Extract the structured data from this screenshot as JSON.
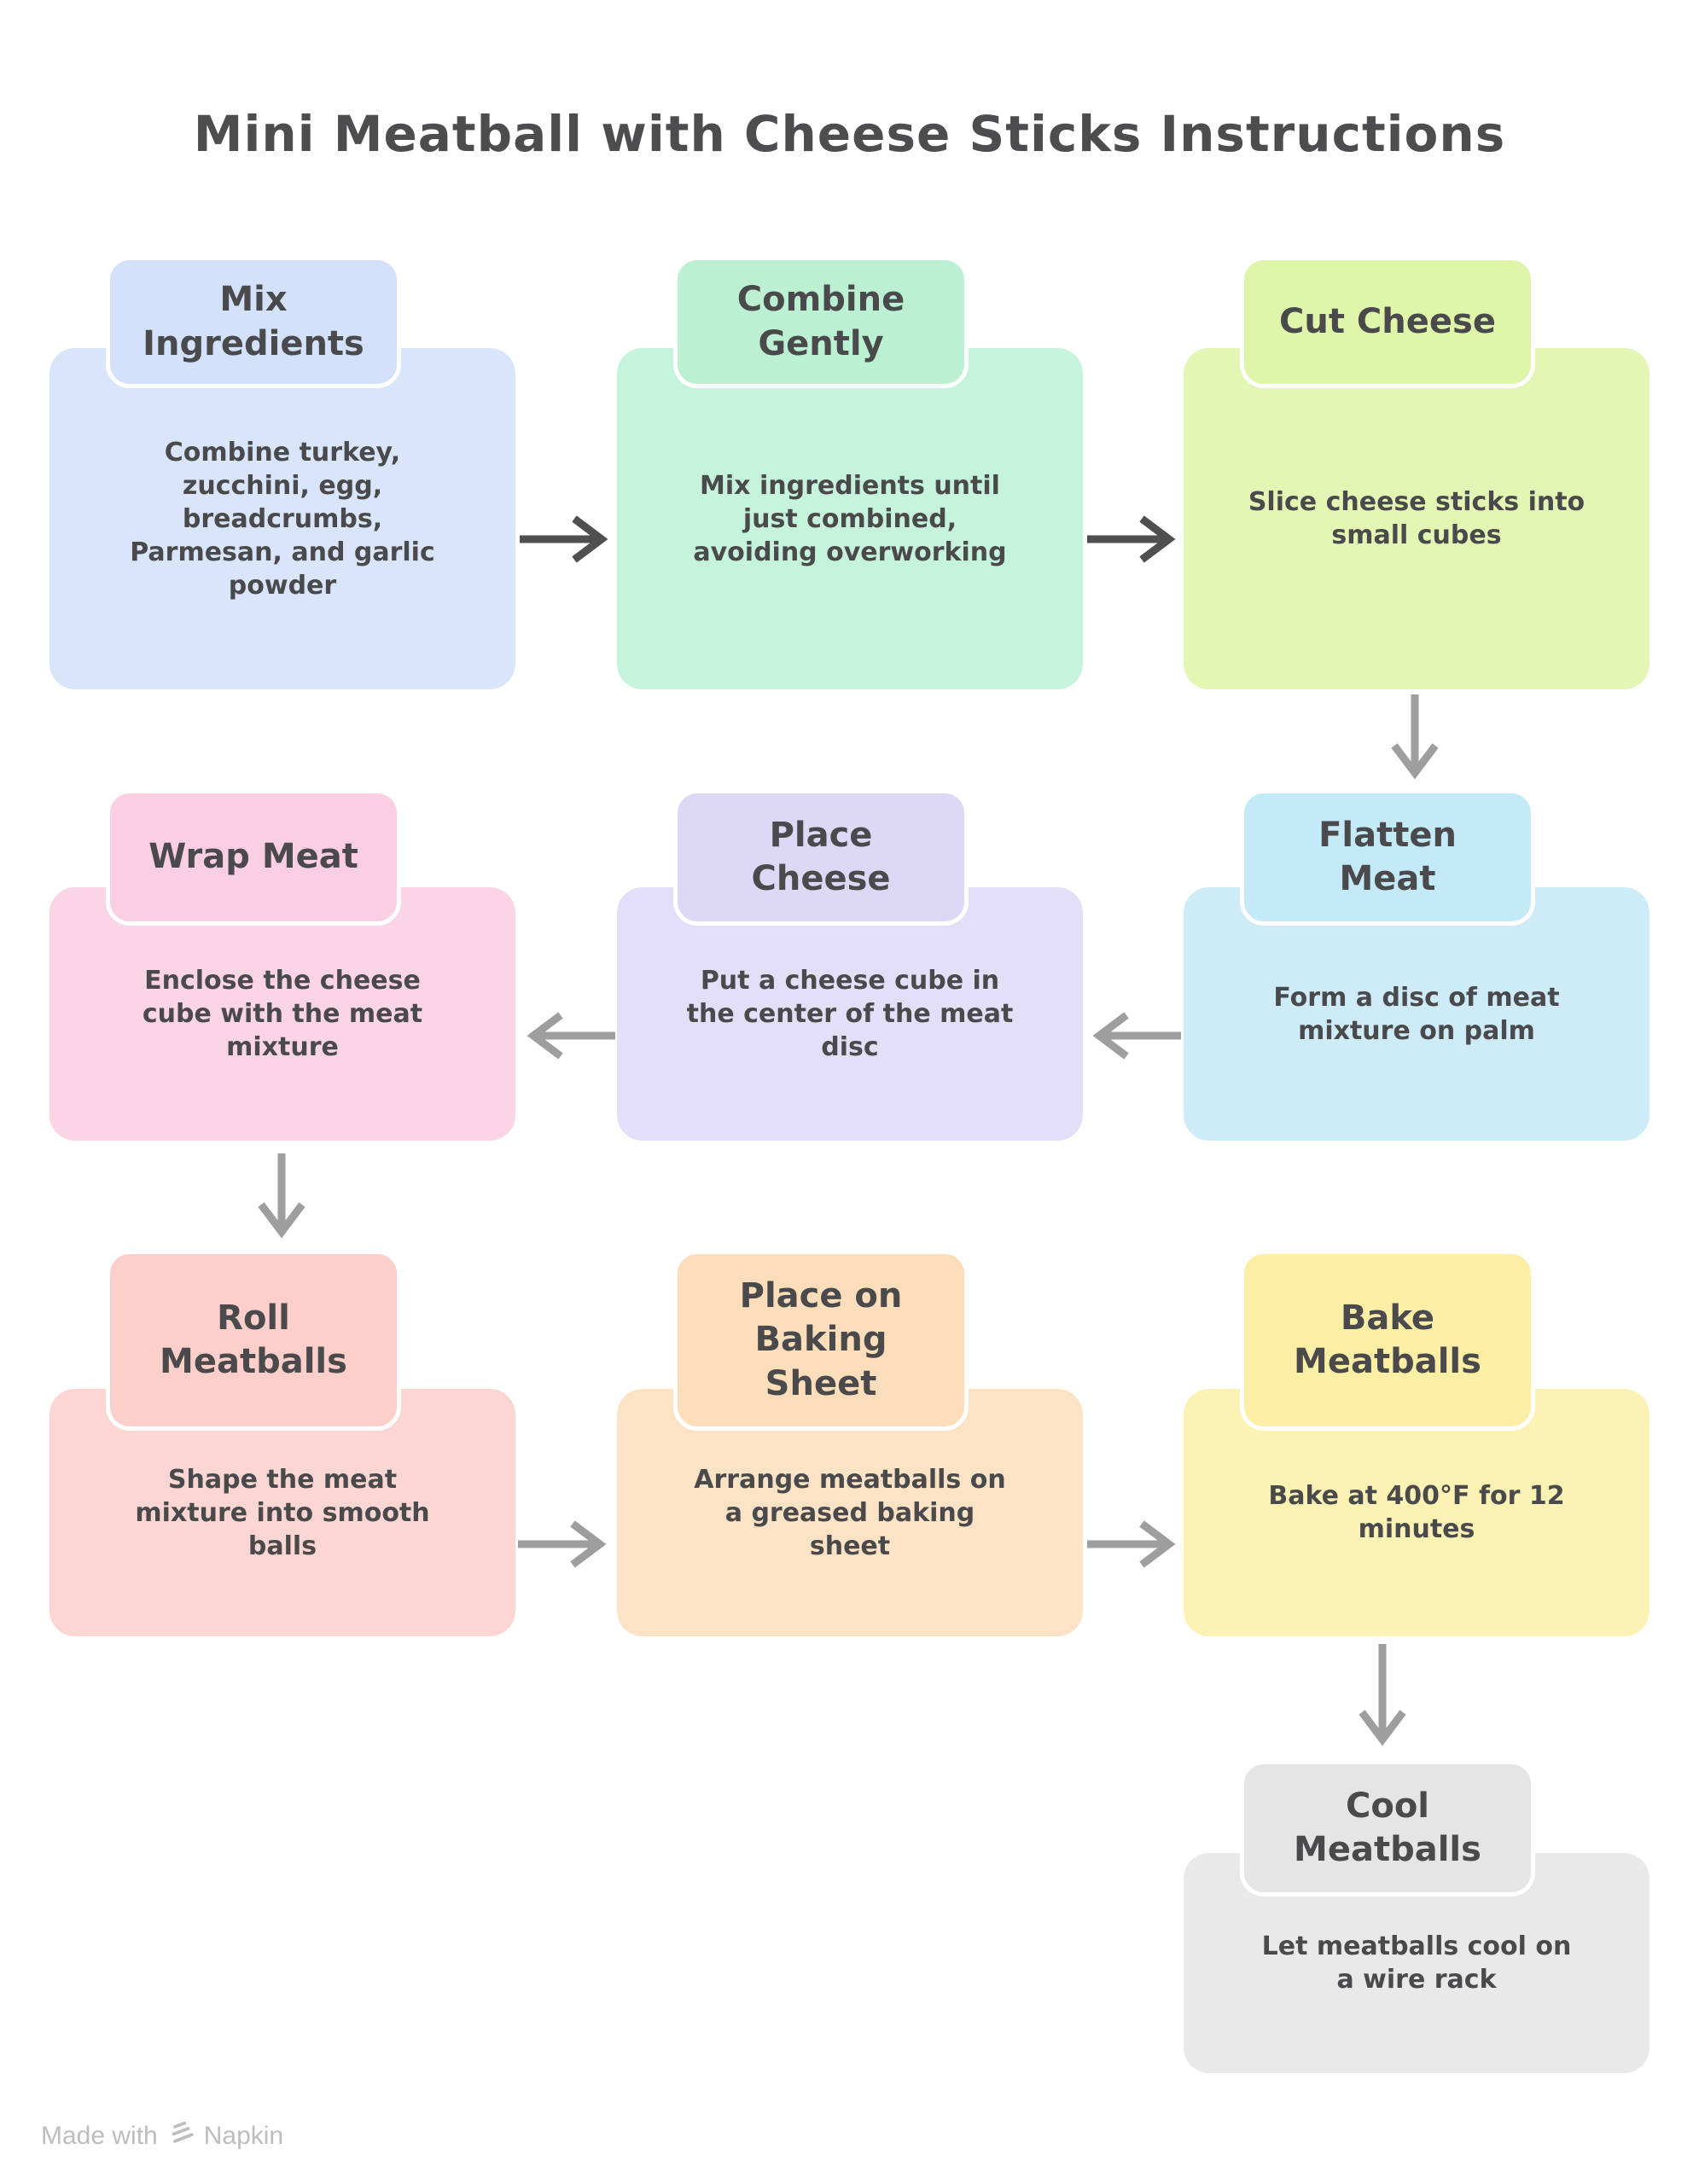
{
  "title": "Mini Meatball with Cheese Sticks Instructions",
  "steps": [
    {
      "name": "mix-ingredients",
      "tab": "Mix\nIngredients",
      "body": "Combine turkey,\nzucchini, egg,\nbreadcrumbs,\nParmesan, and garlic\npowder",
      "tab_color": "#d3e1fa",
      "color": "#d9e5fb"
    },
    {
      "name": "combine-gently",
      "tab": "Combine\nGently",
      "body": "Mix ingredients until\njust combined,\navoiding overworking",
      "tab_color": "#bbf0d3",
      "color": "#c6f3db"
    },
    {
      "name": "cut-cheese",
      "tab": "Cut Cheese",
      "body": "Slice cheese sticks into\nsmall cubes",
      "tab_color": "#dff5a9",
      "color": "#e4f6b4"
    },
    {
      "name": "wrap-meat",
      "tab": "Wrap Meat",
      "body": "Enclose the cheese\ncube with the meat\nmixture",
      "tab_color": "#facfe3",
      "color": "#fbd5e6"
    },
    {
      "name": "place-cheese",
      "tab": "Place\nCheese",
      "body": "Put a cheese cube in\nthe center of the meat\ndisc",
      "tab_color": "#ded8f7",
      "color": "#e4dff8"
    },
    {
      "name": "flatten-meat",
      "tab": "Flatten\nMeat",
      "body": "Form a disc of meat\nmixture on palm",
      "tab_color": "#c4e9f7",
      "color": "#cdecf8"
    },
    {
      "name": "roll-meatballs",
      "tab": "Roll\nMeatballs",
      "body": "Shape the meat\nmixture into smooth\nballs",
      "tab_color": "#fccfca",
      "color": "#fcd6d2"
    },
    {
      "name": "place-on-baking-sheet",
      "tab": "Place on\nBaking\nSheet",
      "body": "Arrange meatballs on\na greased baking\nsheet",
      "tab_color": "#fdddba",
      "color": "#fde3c6"
    },
    {
      "name": "bake-meatballs",
      "tab": "Bake\nMeatballs",
      "body": "Bake at 400°F for 12\nminutes",
      "tab_color": "#fcefa5",
      "color": "#fcf2b4"
    },
    {
      "name": "cool-meatballs",
      "tab": "Cool\nMeatballs",
      "body": "Let meatballs cool on\na wire rack",
      "tab_color": "#e5e5e5",
      "color": "#e9e9e9"
    }
  ],
  "arrows": [
    {
      "from": "mix-ingredients",
      "to": "combine-gently",
      "direction": "right",
      "color": "#4f4f4f"
    },
    {
      "from": "combine-gently",
      "to": "cut-cheese",
      "direction": "right",
      "color": "#4f4f4f"
    },
    {
      "from": "cut-cheese",
      "to": "flatten-meat",
      "direction": "down",
      "color": "#9e9e9e"
    },
    {
      "from": "flatten-meat",
      "to": "place-cheese",
      "direction": "left",
      "color": "#9e9e9e"
    },
    {
      "from": "place-cheese",
      "to": "wrap-meat",
      "direction": "left",
      "color": "#9e9e9e"
    },
    {
      "from": "wrap-meat",
      "to": "roll-meatballs",
      "direction": "down",
      "color": "#9e9e9e"
    },
    {
      "from": "roll-meatballs",
      "to": "place-on-baking-sheet",
      "direction": "right",
      "color": "#9e9e9e"
    },
    {
      "from": "place-on-baking-sheet",
      "to": "bake-meatballs",
      "direction": "right",
      "color": "#9e9e9e"
    },
    {
      "from": "bake-meatballs",
      "to": "cool-meatballs",
      "direction": "down",
      "color": "#9e9e9e"
    }
  ],
  "footer": {
    "made_with": "Made with",
    "brand": "Napkin"
  },
  "colors": {
    "background": "#ffffff",
    "text": "#4a4a4c",
    "title": "#4d4d4f",
    "arrow_dark": "#4f4f4f",
    "arrow_light": "#9e9e9e",
    "footer_text": "#bdbdbd"
  }
}
